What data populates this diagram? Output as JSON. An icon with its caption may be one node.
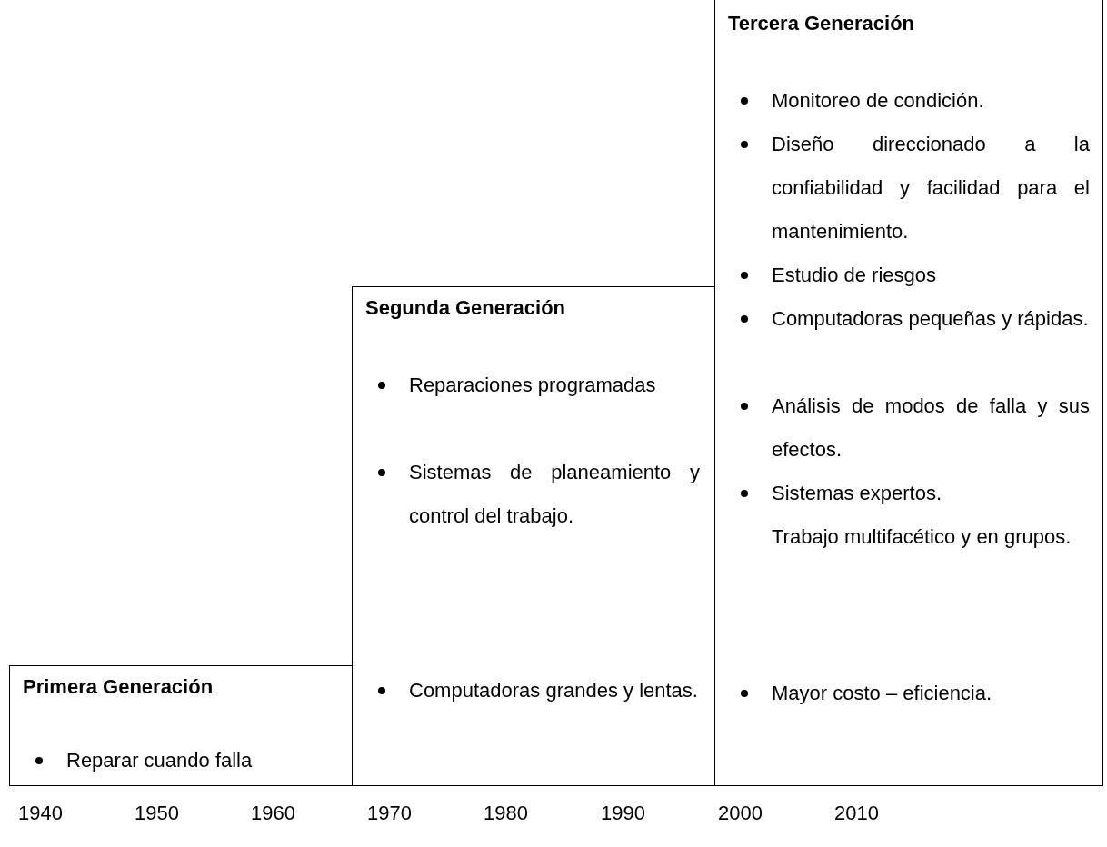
{
  "diagram": {
    "nodes": [
      {
        "text": [
          "Primera Generación",
          "Reparar cuando falla"
        ]
      },
      {
        "text": [
          "Segunda Generación",
          "Reparaciones programadas",
          "Sistemas de planeamiento y control del trabajo.",
          "Computadoras grandes y lentas."
        ]
      },
      {
        "text": [
          "Tercera Generación",
          "Monitoreo de condición.",
          "Diseño direccionado a la confiabilidad y facilidad para el mantenimiento.",
          "Estudio de riesgos",
          "Computadoras pequeñas y rápidas.",
          "Análisis de modos de falla y sus efectos.",
          "Sistemas expertos.",
          "Trabajo multifacético y en grupos.",
          "Mayor costo – eficiencia."
        ]
      }
    ],
    "labels": [
      "1940",
      "1950",
      "1960",
      "1970",
      "1980",
      "1990",
      "2000",
      "2010"
    ]
  }
}
